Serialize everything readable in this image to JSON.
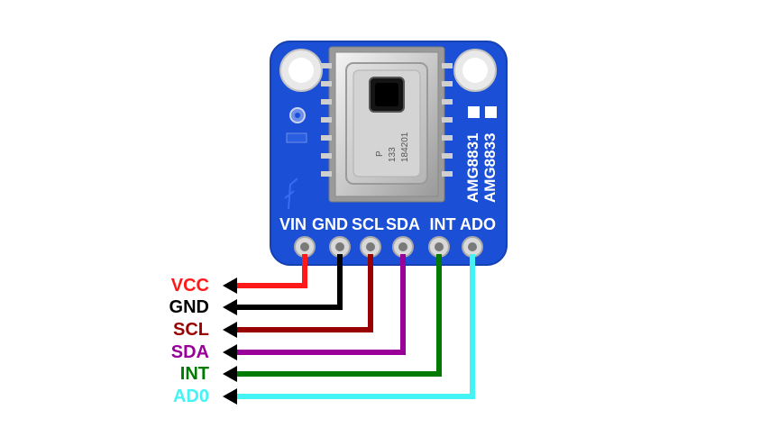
{
  "board": {
    "chip_markings": [
      "P",
      "133",
      "184201"
    ],
    "model_lines": [
      "AMG8831",
      "AMG8833"
    ],
    "pins": [
      {
        "id": "vin",
        "label": "VIN"
      },
      {
        "id": "gnd",
        "label": "GND"
      },
      {
        "id": "scl",
        "label": "SCL"
      },
      {
        "id": "sda",
        "label": "SDA"
      },
      {
        "id": "int",
        "label": "INT"
      },
      {
        "id": "ado",
        "label": "ADO"
      }
    ]
  },
  "wires": [
    {
      "id": "vcc",
      "label": "VCC",
      "color": "#ff1a1a"
    },
    {
      "id": "gnd",
      "label": "GND",
      "color": "#000000"
    },
    {
      "id": "scl",
      "label": "SCL",
      "color": "#990000"
    },
    {
      "id": "sda",
      "label": "SDA",
      "color": "#990099"
    },
    {
      "id": "int",
      "label": "INT",
      "color": "#007a00"
    },
    {
      "id": "ad0",
      "label": "AD0",
      "color": "#44f4f4"
    }
  ],
  "colors": {
    "pcb": "#1a4fd6",
    "pcb_edge": "#1541b3",
    "pad": "#d9d9d9",
    "silkscreen": "#ffffff"
  }
}
